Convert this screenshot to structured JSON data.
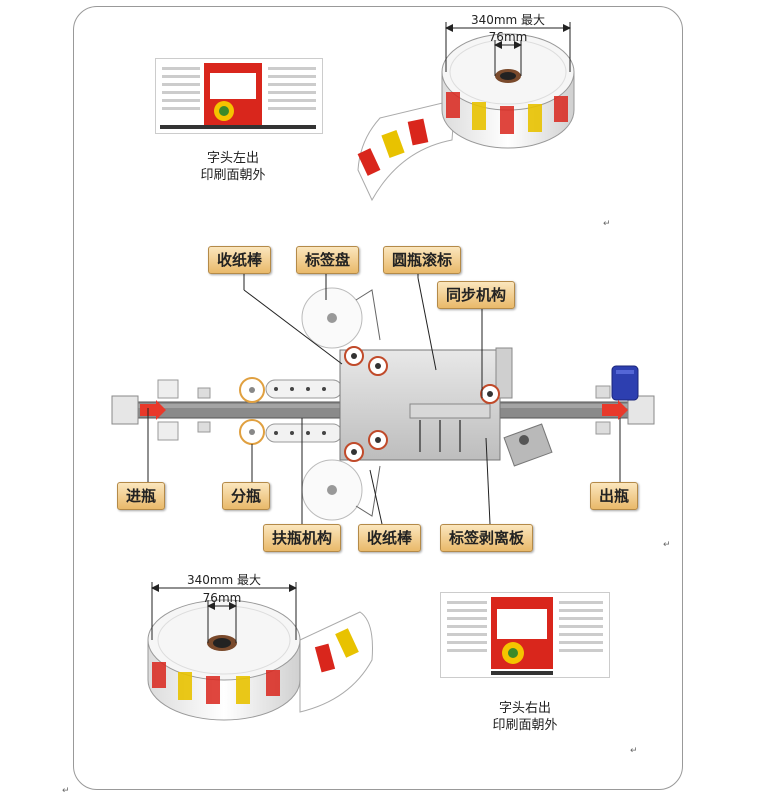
{
  "title_callouts": {
    "shouzhibang_top": "收纸棒",
    "biaoqianpan": "标签盘",
    "yuanpinggunbiao": "圆瓶滚标",
    "tongbujigou": "同步机构",
    "jinping": "进瓶",
    "fenping": "分瓶",
    "chuping": "出瓶",
    "fupingjigou": "扶瓶机构",
    "shouzhibang_bottom": "收纸棒",
    "biaoqianbolibian": "标签剥离板"
  },
  "top_roll": {
    "outer_dim": "340mm 最大",
    "inner_dim": "76mm"
  },
  "bottom_roll": {
    "outer_dim": "340mm 最大",
    "inner_dim": "76mm"
  },
  "top_label_caption": {
    "line1": "字头左出",
    "line2": "印刷面朝外"
  },
  "bottom_label_caption": {
    "line1": "字头右出",
    "line2": "印刷面朝外"
  },
  "paragraph_mark": "↵",
  "colors": {
    "callout_fill": "#f2cf8e",
    "label_red": "#d9261c",
    "label_yellow": "#f5c400",
    "conveyor": "#7d7d7d",
    "arrow_red": "#e8392a",
    "motor_blue": "#2d3fb0"
  },
  "label_art_icons": [
    "product-label-icon"
  ]
}
